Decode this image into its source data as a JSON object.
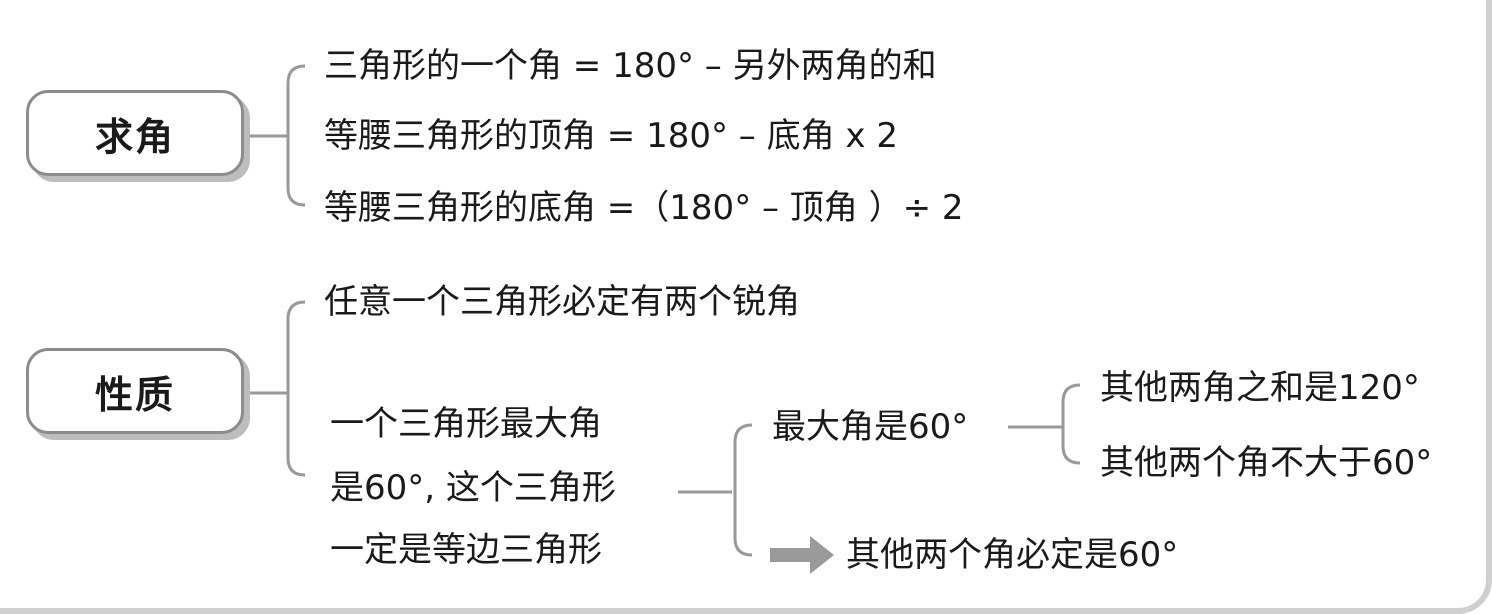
{
  "sections": [
    {
      "label": "求角",
      "items": [
        "三角形的一个角 = 180°  – 另外两角的和",
        "等腰三角形的顶角 = 180°  – 底角 x 2",
        "等腰三角形的底角 =（180°  – 顶角 ）÷ 2"
      ]
    },
    {
      "label": "性质",
      "items": [
        "任意一个三角形必定有两个锐角"
      ],
      "sub": {
        "lines": [
          "一个三角形最大角",
          "是60°, 这个三角形",
          "一定是等边三角形"
        ],
        "branch1": "最大角是60°",
        "branch1_children": [
          "其他两角之和是120°",
          "其他两个角不大于60°"
        ],
        "branch2": "其他两个角必定是60°"
      }
    }
  ]
}
